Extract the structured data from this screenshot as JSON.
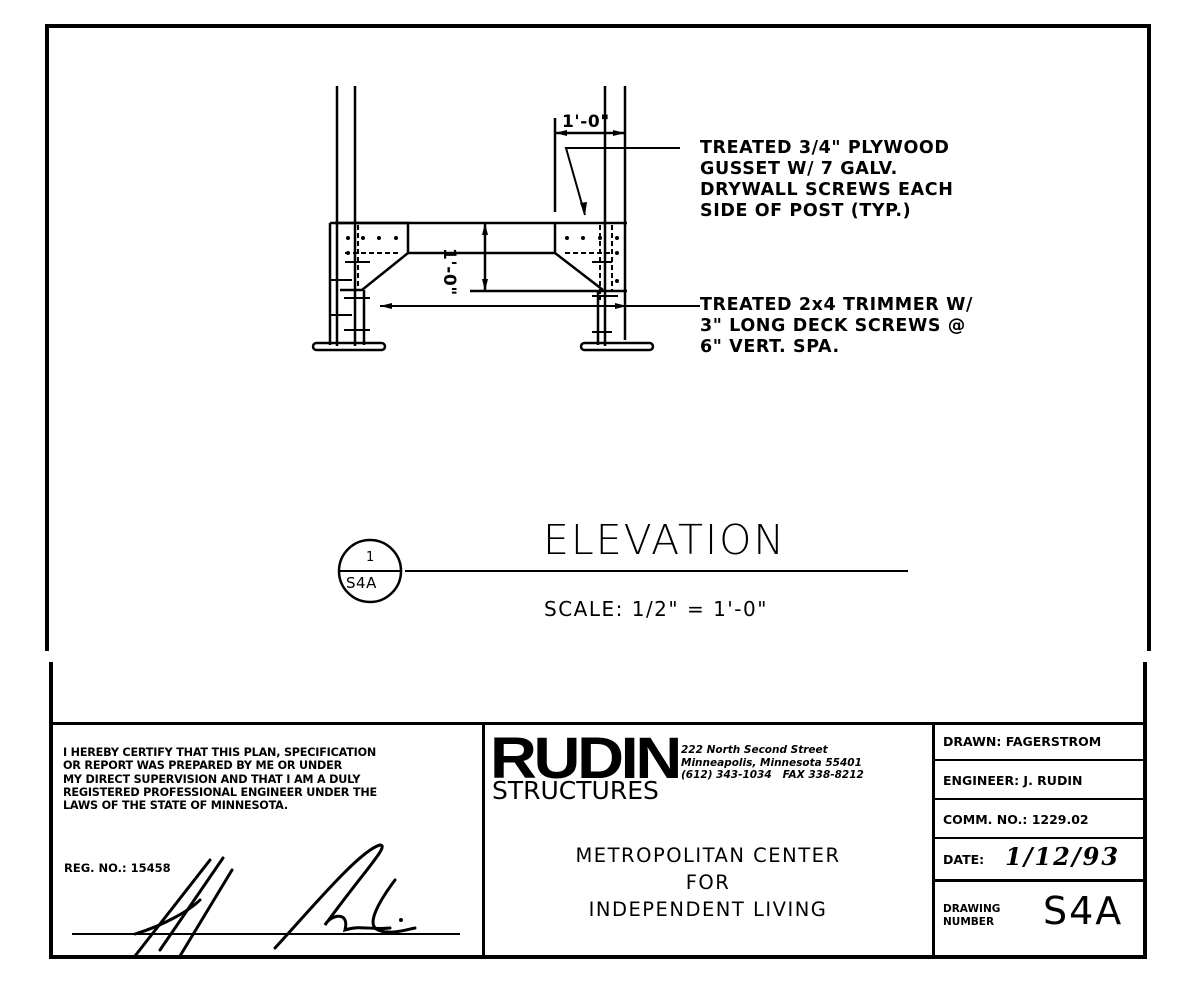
{
  "drawing": {
    "dimensions": {
      "horizontal": "1'-0\"",
      "vertical": "1'-0\""
    },
    "notes": [
      {
        "id": "gusset-note",
        "lines": [
          "TREATED 3/4\" PLYWOOD",
          "GUSSET W/ 7 GALV.",
          "DRYWALL SCREWS EACH",
          "SIDE OF POST (TYP.)"
        ]
      },
      {
        "id": "trimmer-note",
        "lines": [
          "TREATED 2x4 TRIMMER W/",
          "3\" LONG DECK SCREWS @",
          "6\" VERT. SPA."
        ]
      }
    ],
    "view_title": "ELEVATION",
    "scale": "SCALE: 1/2\" = 1'-0\"",
    "callout": {
      "detail_number": "1",
      "sheet": "S4A"
    }
  },
  "title_block": {
    "certification": {
      "lines": [
        "I HEREBY CERTIFY THAT THIS PLAN, SPECIFICATION",
        "OR REPORT WAS PREPARED BY ME OR UNDER",
        "MY DIRECT SUPERVISION AND THAT I AM A DULY",
        "REGISTERED PROFESSIONAL ENGINEER UNDER THE",
        "LAWS OF THE STATE OF MINNESOTA."
      ],
      "reg_no": "REG. NO.: 15458"
    },
    "firm": {
      "name": "RUDIN",
      "subtitle": "STRUCTURES",
      "address_lines": [
        "222 North Second Street",
        "Minneapolis, Minnesota 55401",
        "(612) 343-1034   FAX 338-8212"
      ]
    },
    "project": {
      "lines": [
        "METROPOLITAN CENTER",
        "FOR",
        "INDEPENDENT LIVING"
      ]
    },
    "fields": {
      "drawn": "DRAWN: FAGERSTROM",
      "engineer": "ENGINEER: J. RUDIN",
      "comm_no": "COMM. NO.: 1229.02",
      "date_label": "DATE:",
      "date_value": "1/12/93",
      "drawing_number_label": "DRAWING\nNUMBER",
      "drawing_number": "S4A"
    }
  }
}
